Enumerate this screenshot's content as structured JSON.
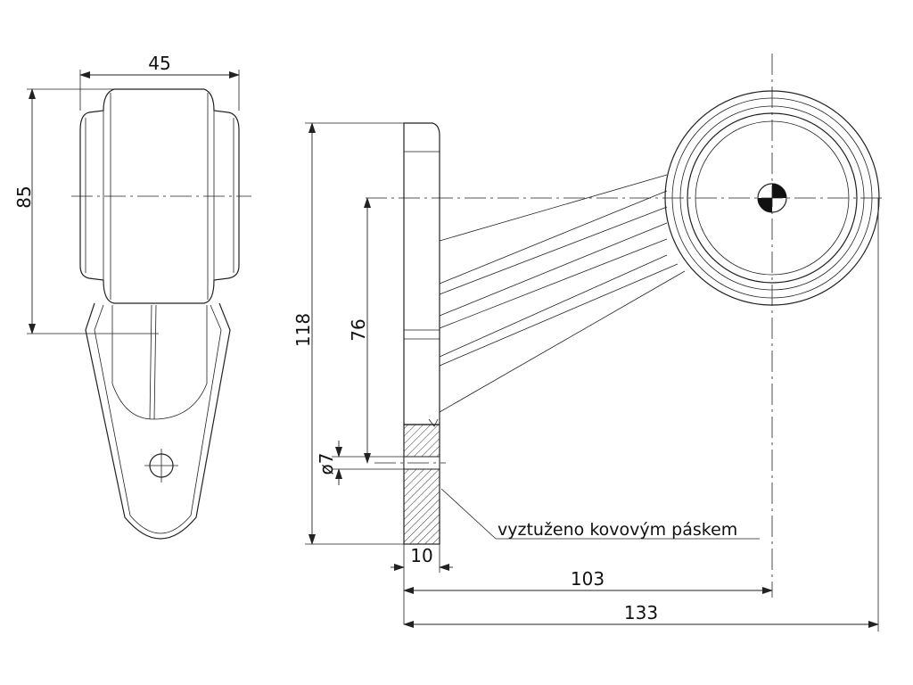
{
  "dimensions": {
    "width_label": "45",
    "height_label": "85",
    "overall_height_label": "118",
    "mount_spacing_label": "76",
    "hole_label": "ø7",
    "base_thickness_label": "10",
    "center_offset_label": "103",
    "overall_length_label": "133"
  },
  "annotation": {
    "reinforcement_note": "vyztuženo kovovým páskem"
  }
}
